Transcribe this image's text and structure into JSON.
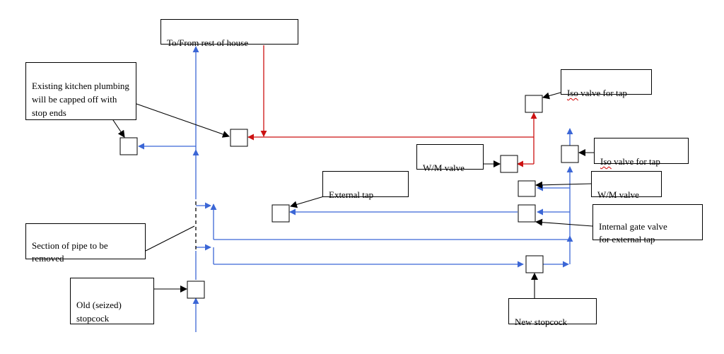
{
  "labels": {
    "to_from_house": "To/From rest of house",
    "existing_kitchen": "Existing kitchen plumbing will be capped off with stop ends",
    "iso_valve_tap_1_word": "Iso",
    "iso_valve_tap_1_rest": " valve for tap",
    "iso_valve_tap_2_word": "Iso",
    "iso_valve_tap_2_rest": " valve for tap",
    "wm_valve_left": "W/M valve",
    "wm_valve_right": "W/M valve",
    "external_tap": "External tap",
    "internal_gate_valve": "Internal gate valve\nfor external tap",
    "section_removed": "Section of pipe to be\nremoved",
    "old_stopcock": "Old (seized)\nstopcock",
    "new_stopcock": "New stopcock"
  },
  "colors": {
    "cold_pipe": "#3b66d6",
    "hot_pipe": "#cc1111",
    "leader": "#000000",
    "box_border": "#000000"
  }
}
